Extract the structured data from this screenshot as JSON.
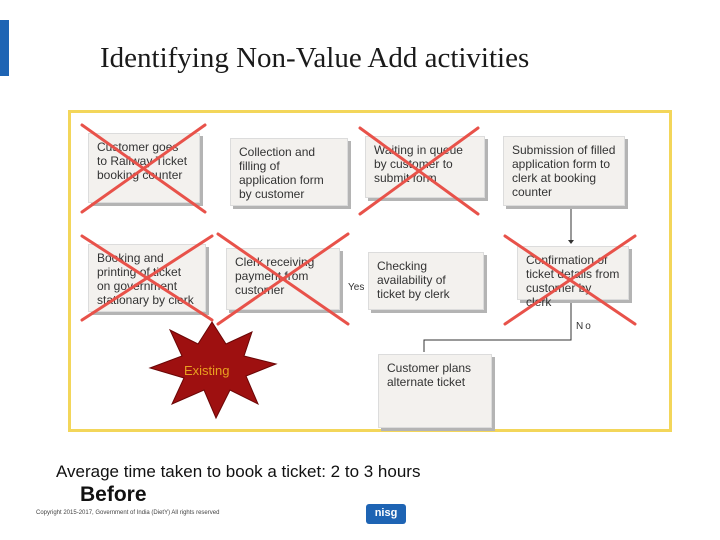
{
  "title": "Identifying Non-Value Add activities",
  "boxes": {
    "b1": "Customer goes to Railway Ticket booking counter",
    "b2": "Collection and filling of application form by customer",
    "b3": "Waiting in queue by customer to submit form",
    "b4": "Submission of filled application form to clerk at booking counter",
    "b5": "Booking and printing of ticket on government stationary by clerk",
    "b6": "Clerk receiving payment from customer",
    "b7": "Checking availability of ticket by clerk",
    "b8": "Confirmation of ticket details from customer by clerk",
    "b9": "Customer plans alternate ticket"
  },
  "labels": {
    "yes": "Yes",
    "no": "No"
  },
  "star_label": "Existing",
  "average_time": "Average time taken to book a ticket: 2 to 3 hours",
  "before": "Before",
  "copyright": "Copyright 2015-2017, Government of India (DietY) All rights reserved",
  "logo_text": "nisg",
  "colors": {
    "accent": "#1e64b4",
    "frame": "#f3d65a",
    "cross": "#e8524a",
    "star": "#9e1010"
  }
}
